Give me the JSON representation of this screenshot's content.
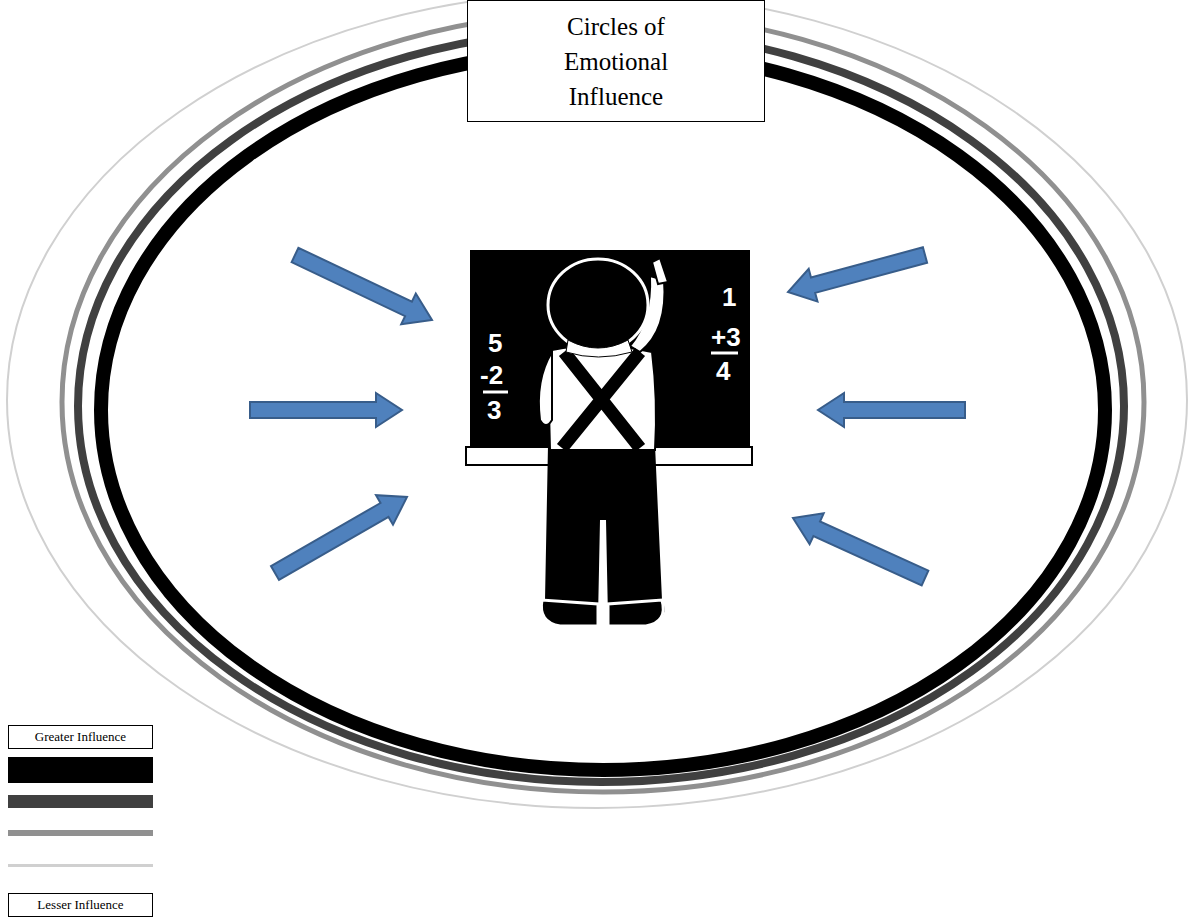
{
  "diagram": {
    "title": "Circles of Emotional Influence",
    "labels": [
      "5",
      "-2",
      "3",
      "1",
      "+3",
      "4"
    ],
    "legend": [
      {
        "text": "Greater Influence",
        "color": "#000000"
      },
      {
        "text": "Lesser Influence",
        "color": "#d0d0d0"
      }
    ]
  }
}
